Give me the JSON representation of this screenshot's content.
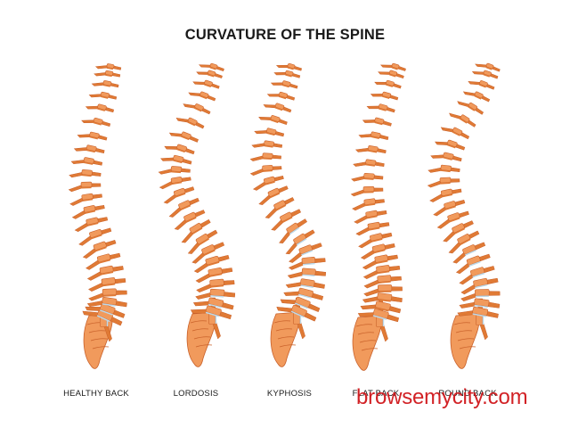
{
  "title": "CURVATURE OF THE SPINE",
  "colors": {
    "vertebra": "#f19a5c",
    "vertebra_shade": "#e07a35",
    "vertebra_dark": "#c9612a",
    "disc": "#bcd9ea",
    "watermark": "#d0171b"
  },
  "spines": [
    {
      "label": "HEALTHY BACK",
      "shape": "s-curve"
    },
    {
      "label": "LORDOSIS",
      "shape": "exaggerated-lumbar-curve"
    },
    {
      "label": "KYPHOSIS",
      "shape": "exaggerated-thoracic-curve"
    },
    {
      "label": "FLAT BACK",
      "shape": "straightened-curve"
    },
    {
      "label": "ROUND BACK",
      "shape": "rounded-upper-curve"
    }
  ],
  "watermark": "browsemycity.com"
}
